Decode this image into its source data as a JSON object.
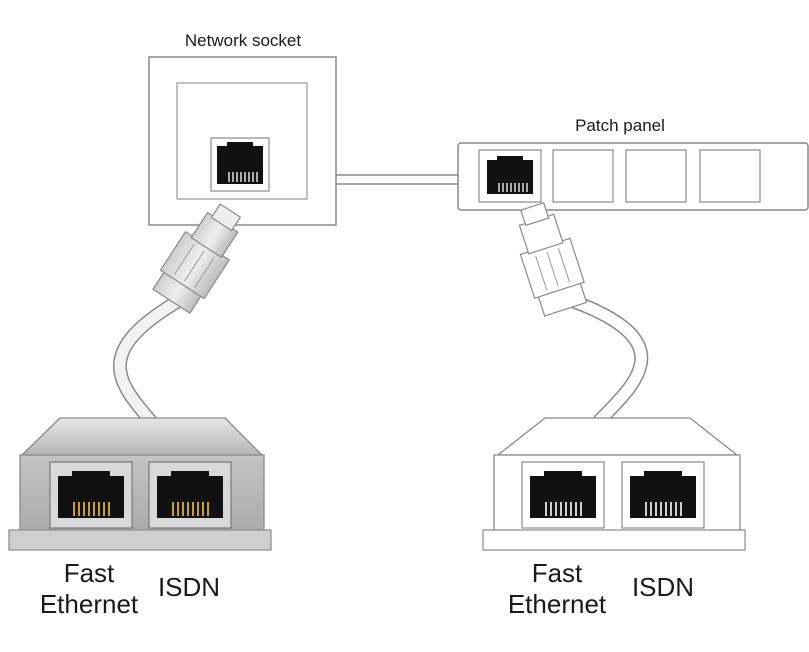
{
  "labels": {
    "network_socket": "Network socket",
    "patch_panel": "Patch panel",
    "left_splitter": {
      "port1": [
        "Fast",
        "Ethernet"
      ],
      "port2": "ISDN"
    },
    "right_splitter": {
      "port1": [
        "Fast",
        "Ethernet"
      ],
      "port2": "ISDN"
    }
  },
  "colors": {
    "outline": "#8a8a8a",
    "jack": "#111111",
    "gold_contacts": "#c9a227",
    "grey_splitter_top": "#cfcfcf",
    "grey_splitter_face": "#bdbdbd",
    "white_fill": "#ffffff"
  }
}
